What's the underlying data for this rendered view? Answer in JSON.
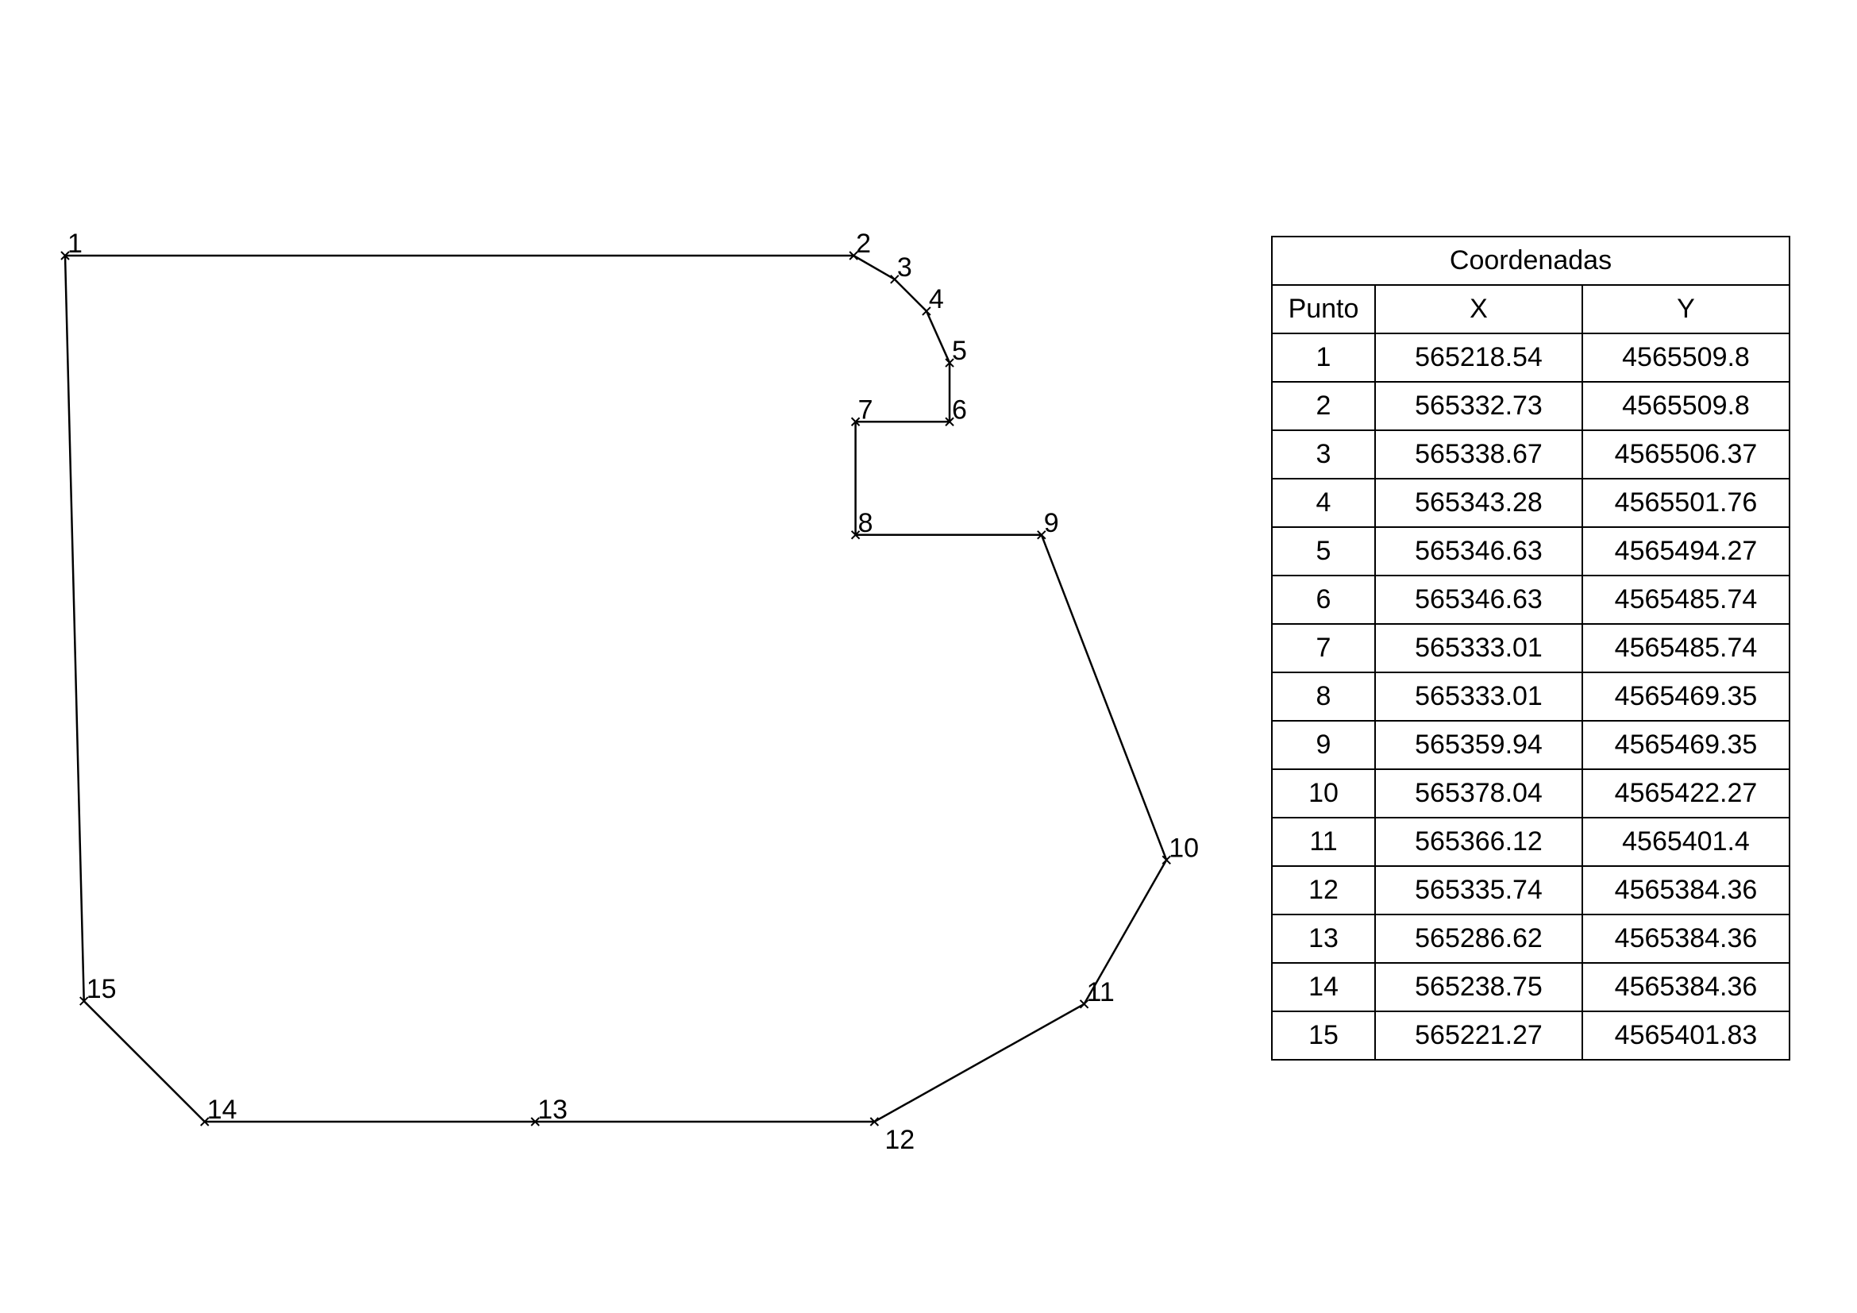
{
  "table": {
    "title": "Coordenadas",
    "headers": [
      "Punto",
      "X",
      "Y"
    ],
    "rows": [
      [
        "1",
        "565218.54",
        "4565509.8"
      ],
      [
        "2",
        "565332.73",
        "4565509.8"
      ],
      [
        "3",
        "565338.67",
        "4565506.37"
      ],
      [
        "4",
        "565343.28",
        "4565501.76"
      ],
      [
        "5",
        "565346.63",
        "4565494.27"
      ],
      [
        "6",
        "565346.63",
        "4565485.74"
      ],
      [
        "7",
        "565333.01",
        "4565485.74"
      ],
      [
        "8",
        "565333.01",
        "4565469.35"
      ],
      [
        "9",
        "565359.94",
        "4565469.35"
      ],
      [
        "10",
        "565378.04",
        "4565422.27"
      ],
      [
        "11",
        "565366.12",
        "4565401.4"
      ],
      [
        "12",
        "565335.74",
        "4565384.36"
      ],
      [
        "13",
        "565286.62",
        "4565384.36"
      ],
      [
        "14",
        "565238.75",
        "4565384.36"
      ],
      [
        "15",
        "565221.27",
        "4565401.83"
      ]
    ]
  },
  "polygon": {
    "closed": true,
    "vertex_labels": [
      "1",
      "2",
      "3",
      "4",
      "5",
      "6",
      "7",
      "8",
      "9",
      "10",
      "11",
      "12",
      "13",
      "14",
      "15"
    ],
    "stroke_color": "#000000"
  }
}
